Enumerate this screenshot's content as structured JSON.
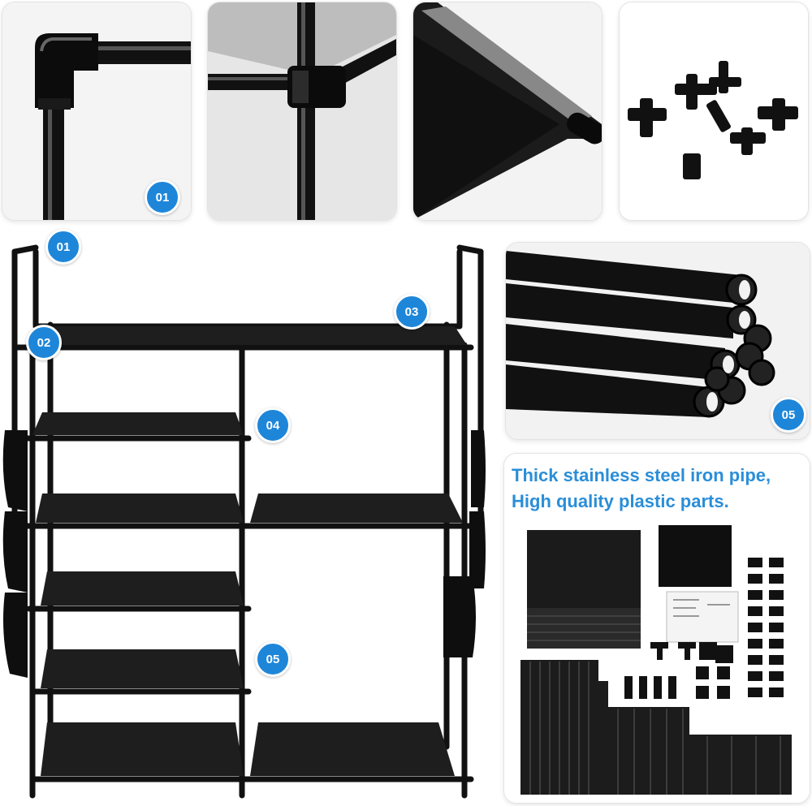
{
  "detail_badges": [
    "01",
    "02",
    "03",
    "04",
    "05"
  ],
  "callouts": [
    "01",
    "02",
    "03",
    "04",
    "05"
  ],
  "headline": {
    "line1": "Thick stainless steel iron pipe,",
    "line2": "High quality plastic parts."
  },
  "colors": {
    "badge": "#1e86d9",
    "headline": "#2a8ed8",
    "frame": "#111111"
  }
}
